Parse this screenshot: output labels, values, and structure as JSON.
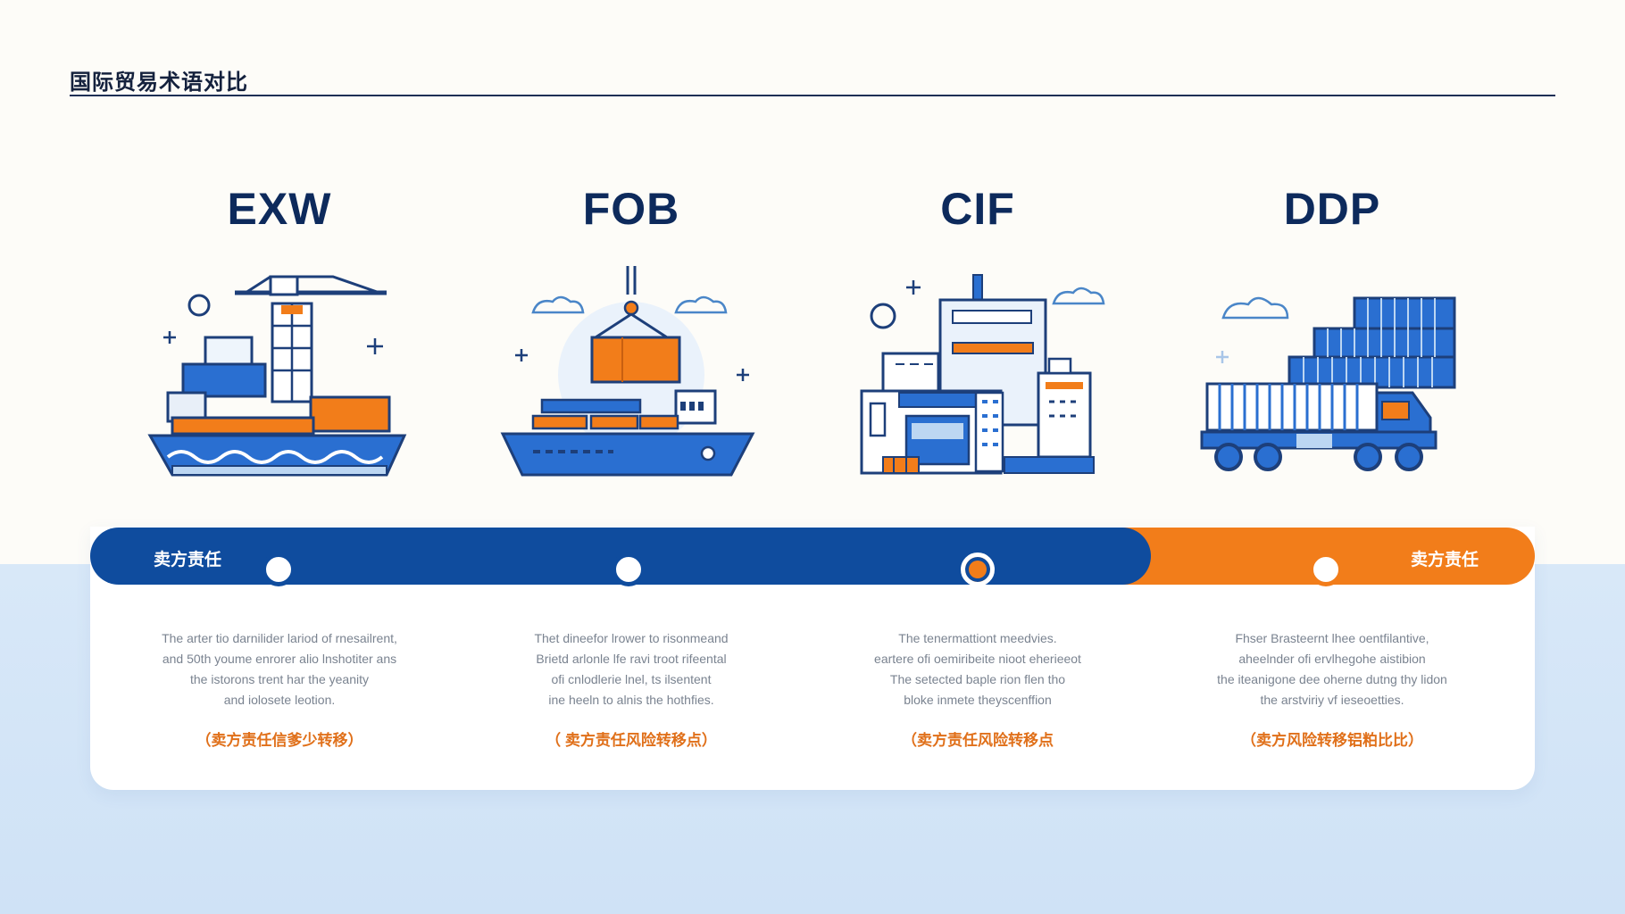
{
  "header": {
    "title": "国际贸易术语对比"
  },
  "timeline": {
    "left_label": "卖方责任",
    "right_label": "卖方责任"
  },
  "terms": [
    {
      "code": "EXW",
      "icon": "cargo-ship-crane-icon",
      "desc": [
        "The arter tio darnilider lariod of rnesailrent,",
        "and 50th youme enrorer alio lnshotiter ans",
        "the istorons trent har the yeanity",
        "and iolosete leotion."
      ],
      "responsibility": "（卖方责任信爹少转移）"
    },
    {
      "code": "FOB",
      "icon": "cargo-ship-hook-icon",
      "desc": [
        "Thet dineefor lrower to risonmeand",
        "Brietd arlonle lfe ravi troot rifeental",
        "ofi cnlodlerie lnel, ts ilsentent",
        "ine heeln to alnis the hothfies."
      ],
      "responsibility": "（ 卖方责任风险转移点）"
    },
    {
      "code": "CIF",
      "icon": "warehouse-building-icon",
      "desc": [
        "The tenermattiont meedvies.",
        "eartere ofi oemiribeite nioot eherieeot",
        "The setected baple rion flen tho",
        "bloke inmete theyscenffion"
      ],
      "responsibility": "（卖方责任风险转移点"
    },
    {
      "code": "DDP",
      "icon": "container-truck-icon",
      "desc": [
        "Fhser Brasteernt lhee oentfilantive,",
        "aheelnder ofi ervlhegohe aistibion",
        "the iteanigone dee oherne dutng thy lidon",
        "the arstviriy vf ieseoetties."
      ],
      "responsibility": "（卖方风险转移铝粕比比）"
    }
  ],
  "colors": {
    "navy": "#0f4c9e",
    "orange": "#f27d1a",
    "title": "#0d2a5c"
  }
}
